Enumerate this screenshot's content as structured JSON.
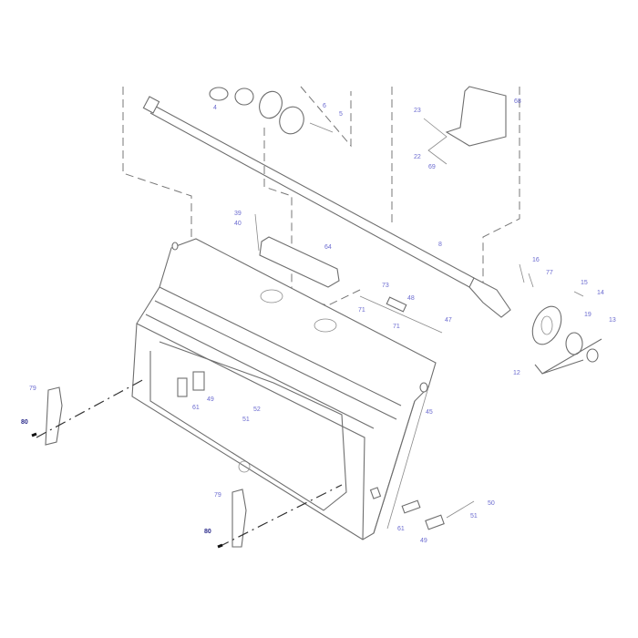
{
  "diagram": {
    "label_color": "#6b6bd0",
    "callouts": [
      {
        "id": "c4",
        "text": "4"
      },
      {
        "id": "c6",
        "text": "6"
      },
      {
        "id": "c5",
        "text": "5"
      },
      {
        "id": "c23",
        "text": "23"
      },
      {
        "id": "c68",
        "text": "68"
      },
      {
        "id": "c22",
        "text": "22"
      },
      {
        "id": "c69",
        "text": "69"
      },
      {
        "id": "c39",
        "text": "39"
      },
      {
        "id": "c40",
        "text": "40"
      },
      {
        "id": "c64",
        "text": "64"
      },
      {
        "id": "c8",
        "text": "8"
      },
      {
        "id": "c16",
        "text": "16"
      },
      {
        "id": "c77",
        "text": "77"
      },
      {
        "id": "c15",
        "text": "15"
      },
      {
        "id": "c14",
        "text": "14"
      },
      {
        "id": "c19",
        "text": "19"
      },
      {
        "id": "c13",
        "text": "13"
      },
      {
        "id": "c12",
        "text": "12"
      },
      {
        "id": "c73",
        "text": "73"
      },
      {
        "id": "c48",
        "text": "48"
      },
      {
        "id": "c71a",
        "text": "71"
      },
      {
        "id": "c71b",
        "text": "71"
      },
      {
        "id": "c47",
        "text": "47"
      },
      {
        "id": "c79a",
        "text": "79"
      },
      {
        "id": "c80a",
        "text": "80"
      },
      {
        "id": "c49a",
        "text": "49"
      },
      {
        "id": "c61a",
        "text": "61"
      },
      {
        "id": "c52",
        "text": "52"
      },
      {
        "id": "c51a",
        "text": "51"
      },
      {
        "id": "c45",
        "text": "45"
      },
      {
        "id": "c50",
        "text": "50"
      },
      {
        "id": "c51b",
        "text": "51"
      },
      {
        "id": "c61b",
        "text": "61"
      },
      {
        "id": "c49b",
        "text": "49"
      },
      {
        "id": "c79b",
        "text": "79"
      },
      {
        "id": "c80b",
        "text": "80"
      }
    ]
  }
}
